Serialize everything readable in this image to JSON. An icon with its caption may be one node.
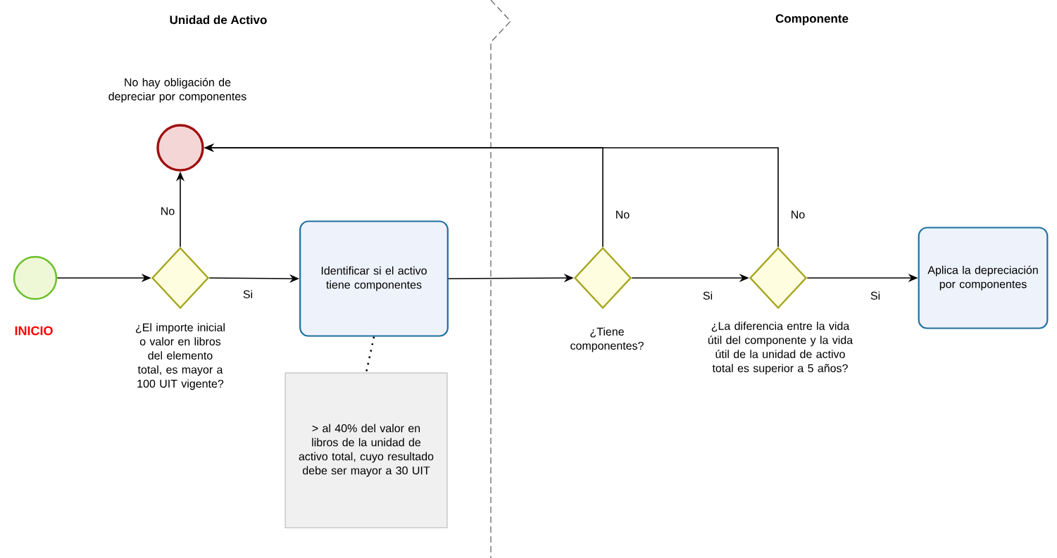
{
  "diagram": {
    "nodes": [
      {
        "text": [],
        "shape": "circle",
        "beside": [
          "INICIO"
        ]
      },
      {
        "text": [],
        "shape": "circle",
        "beside": [
          "No hay obligación de depreciar por componentes"
        ]
      },
      {
        "text": [],
        "shape": "diamond",
        "beside": [
          "¿El importe inicial o valor en libros del elemento total, es mayor a 100 UIT vigente?"
        ]
      },
      {
        "text": [
          "Identificar si el activo tiene componentes"
        ]
      },
      {
        "text": [
          "> al 40% del valor en libros de la unidad de activo total, cuyo resultado debe ser mayor a 30 UIT"
        ]
      },
      {
        "text": [],
        "shape": "diamond",
        "beside": [
          "¿Tiene componentes?"
        ]
      },
      {
        "text": [],
        "shape": "diamond",
        "beside": [
          "¿La diferencia entre la vida útil del componente y la vida útil de la unidad de activo total es superior a 5 años?"
        ]
      },
      {
        "text": [
          "Aplica la depreciación por componentes"
        ]
      }
    ],
    "edges": [
      {
        "from": 0,
        "to": 2,
        "arrow": "to"
      },
      {
        "from": 2,
        "to": 1,
        "arrow": "to",
        "label": "No"
      },
      {
        "from": 2,
        "to": 3,
        "arrow": "to",
        "label": "Si"
      },
      {
        "from": 3,
        "to": 4,
        "arrow": "none",
        "style": "dashed"
      },
      {
        "from": 3,
        "to": 5,
        "arrow": "to"
      },
      {
        "from": 5,
        "to": 1,
        "arrow": "to",
        "label": "No"
      },
      {
        "from": 5,
        "to": 6,
        "arrow": "to",
        "label": "Si"
      },
      {
        "from": 6,
        "to": 1,
        "arrow": "to",
        "label": "No"
      },
      {
        "from": 6,
        "to": 7,
        "arrow": "to",
        "label": "Si"
      }
    ],
    "labels": [
      "Unidad de Activo",
      "Componente"
    ]
  }
}
